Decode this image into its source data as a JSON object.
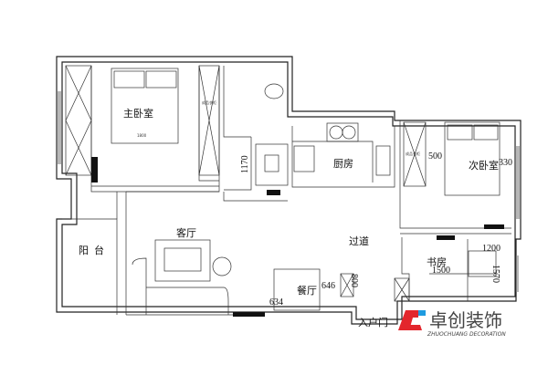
{
  "rooms": {
    "master_bedroom": "主卧室",
    "kitchen": "厨房",
    "second_bedroom": "次卧室",
    "living_room": "客厅",
    "balcony": "阳台",
    "corridor": "过道",
    "study": "书房",
    "dining_room": "餐厅",
    "entrance": "入户门"
  },
  "dimensions": {
    "d1170": "1170",
    "d500": "500",
    "d330": "330",
    "d1200": "1200",
    "d1500": "1500",
    "d1570": "1570",
    "d646": "646",
    "d634": "634",
    "d800": "800",
    "bed": "1800"
  },
  "fixtures": {
    "wardrobe": "成品衣柜"
  },
  "brand": {
    "name": "卓创装饰",
    "subtitle": "ZHUOCHUANG DECORATION",
    "red": "#e3262c",
    "blue": "#1e9be0"
  }
}
